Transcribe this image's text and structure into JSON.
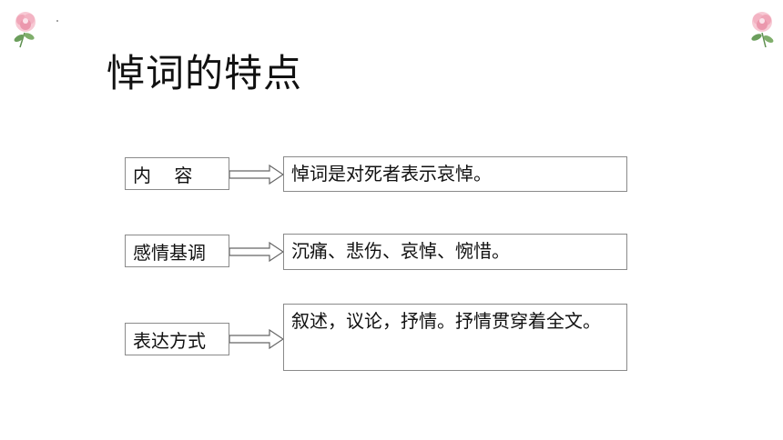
{
  "slide": {
    "title": "悼词的特点",
    "rows": [
      {
        "label": "内    容",
        "content": "悼词是对死者表示哀悼。"
      },
      {
        "label": "感情基调",
        "content": "沉痛、悲伤、哀悼、惋惜。"
      },
      {
        "label": "表达方式",
        "content": "叙述，议论，抒情。抒情贯穿着全文。"
      }
    ]
  },
  "colors": {
    "box_border": "#8a8a8a",
    "flower_pink": "#f0a6b8",
    "leaf_green": "#6b9e5c"
  },
  "icons": {
    "corner_decoration": "peony-flower-icon",
    "connector": "arrow-right-icon"
  }
}
